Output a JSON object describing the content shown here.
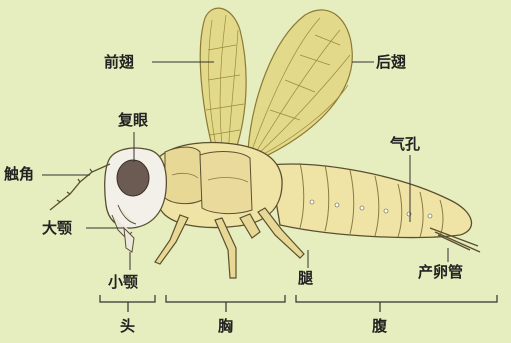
{
  "labels": {
    "forewing": "前翅",
    "hindwing": "后翅",
    "compound_eye": "复眼",
    "antenna": "触角",
    "spiracle": "气孔",
    "mandible": "大颚",
    "maxilla": "小颚",
    "leg": "腿",
    "ovipositor": "产卵管",
    "head": "头",
    "thorax": "胸",
    "abdomen": "腹"
  },
  "colors": {
    "background": "#e6edbe",
    "body": "#efe3a6",
    "body_shade": "#cdb97a",
    "outline": "#5a5030",
    "wing": "#e3d98a",
    "wing_vein": "#9c8a3a",
    "eye": "#6b5b52",
    "head": "#f3f0ea",
    "leader": "#333333"
  }
}
